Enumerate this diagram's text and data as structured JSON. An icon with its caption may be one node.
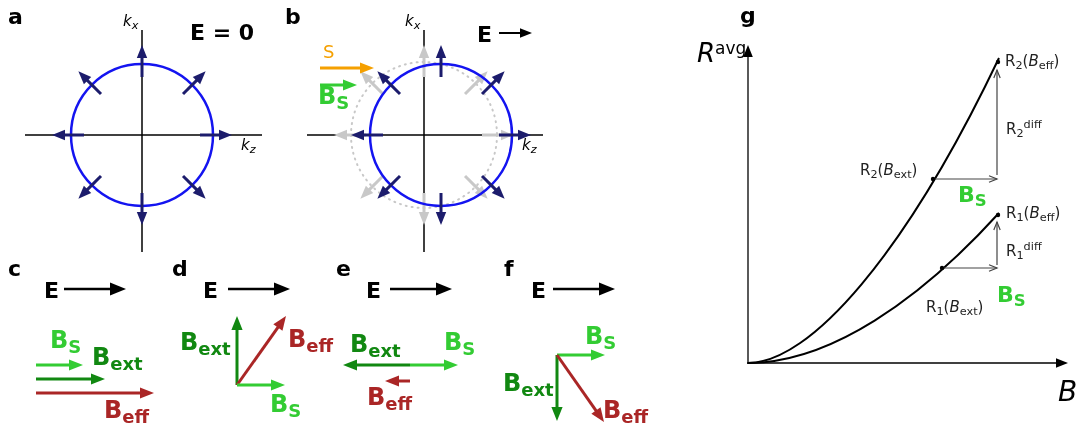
{
  "diagram": {
    "labels": [
      "a",
      "b",
      "E = 0",
      "k$_{x}$",
      "k$_{z}$",
      "E",
      "k$_{x}$",
      "S",
      "B$_{S}$",
      "k$_{z}$",
      "c",
      "E",
      "d",
      "E",
      "e",
      "E",
      "f",
      "E",
      "B$_{S}$",
      "B$_{ext}$",
      "B$_{eff}$",
      "B$_{ext}$",
      "B$_{eff}$",
      "B$_{S}$",
      "B$_{ext}$",
      "B$_{S}$",
      "B$_{eff}$",
      "B$_{S}$",
      "B$_{ext}$",
      "B$_{eff}$",
      "g",
      "*R*$^{avg}$",
      "R$_{2}$(*B*$_{eff}$)",
      "R$_{2}$$^{diff}$",
      "R$_{2}$(*B*$_{ext}$)",
      "B$_{S}$",
      "R$_{1}$(*B*$_{eff}$)",
      "R$_{1}$$^{diff}$",
      "B$_{S}$",
      "R$_{1}$(*B*$_{ext}$)",
      "B"
    ]
  }
}
